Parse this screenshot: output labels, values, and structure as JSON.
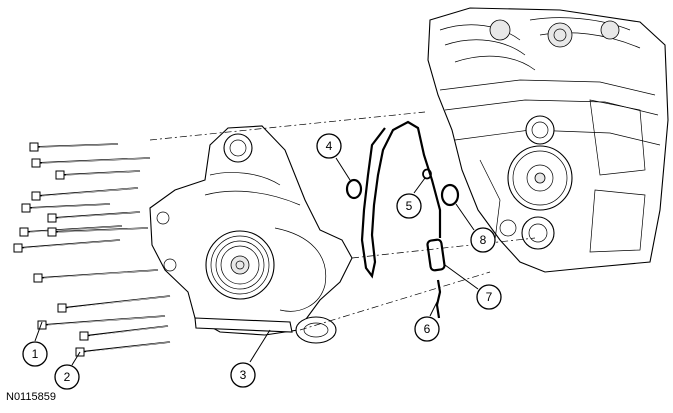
{
  "figure_id": "N0115859",
  "callouts": [
    {
      "num": "1"
    },
    {
      "num": "2"
    },
    {
      "num": "3"
    },
    {
      "num": "4"
    },
    {
      "num": "5"
    },
    {
      "num": "6"
    },
    {
      "num": "7"
    },
    {
      "num": "8"
    }
  ]
}
